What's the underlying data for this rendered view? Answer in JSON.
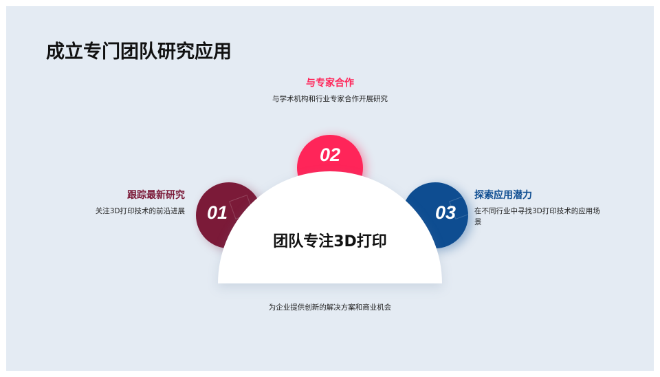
{
  "slide": {
    "title": "成立专门团队研究应用",
    "center": {
      "label": "团队专注3D打印",
      "caption": "为企业提供创新的解决方案和商业机会"
    },
    "items": [
      {
        "number": "01",
        "heading": "跟踪最新研究",
        "description": "关注3D打印技术的前沿进展",
        "color": "#7b1a38"
      },
      {
        "number": "02",
        "heading": "与专家合作",
        "description": "与学术机构和行业专家合作开展研究",
        "color": "#ff2559"
      },
      {
        "number": "03",
        "heading": "探索应用潜力",
        "description": "在不同行业中寻找3D打印技术的应用场景",
        "color": "#0e4d91"
      }
    ],
    "background_color": "#e4ebf3"
  }
}
